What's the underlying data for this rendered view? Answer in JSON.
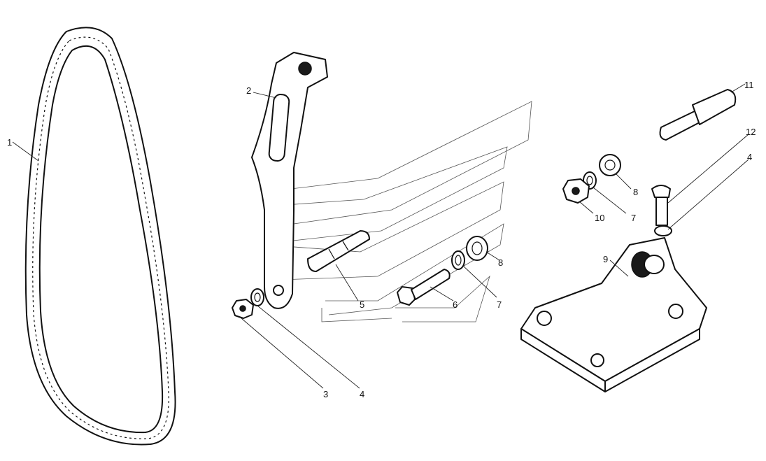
{
  "callouts": {
    "c1": "1",
    "c2": "2",
    "c3": "3",
    "c4a": "4",
    "c4b": "4",
    "c5": "5",
    "c6": "6",
    "c7a": "7",
    "c7b": "7",
    "c8a": "8",
    "c8b": "8",
    "c9": "9",
    "c10": "10",
    "c11": "11",
    "c12": "12"
  },
  "parts": {
    "drive_belt": "1",
    "tension_bracket": "2",
    "nut_small": "3",
    "lock_washer": "4",
    "stud": "5",
    "bolt": "6",
    "spring_washer": "7",
    "flat_washer": "8",
    "generator_bracket": "9",
    "nut_large": "10",
    "pivot_bolt": "11",
    "pin_bolt": "12"
  },
  "colors": {
    "line": "#111111",
    "fill": "#ffffff",
    "shade": "#1a1a1a"
  }
}
